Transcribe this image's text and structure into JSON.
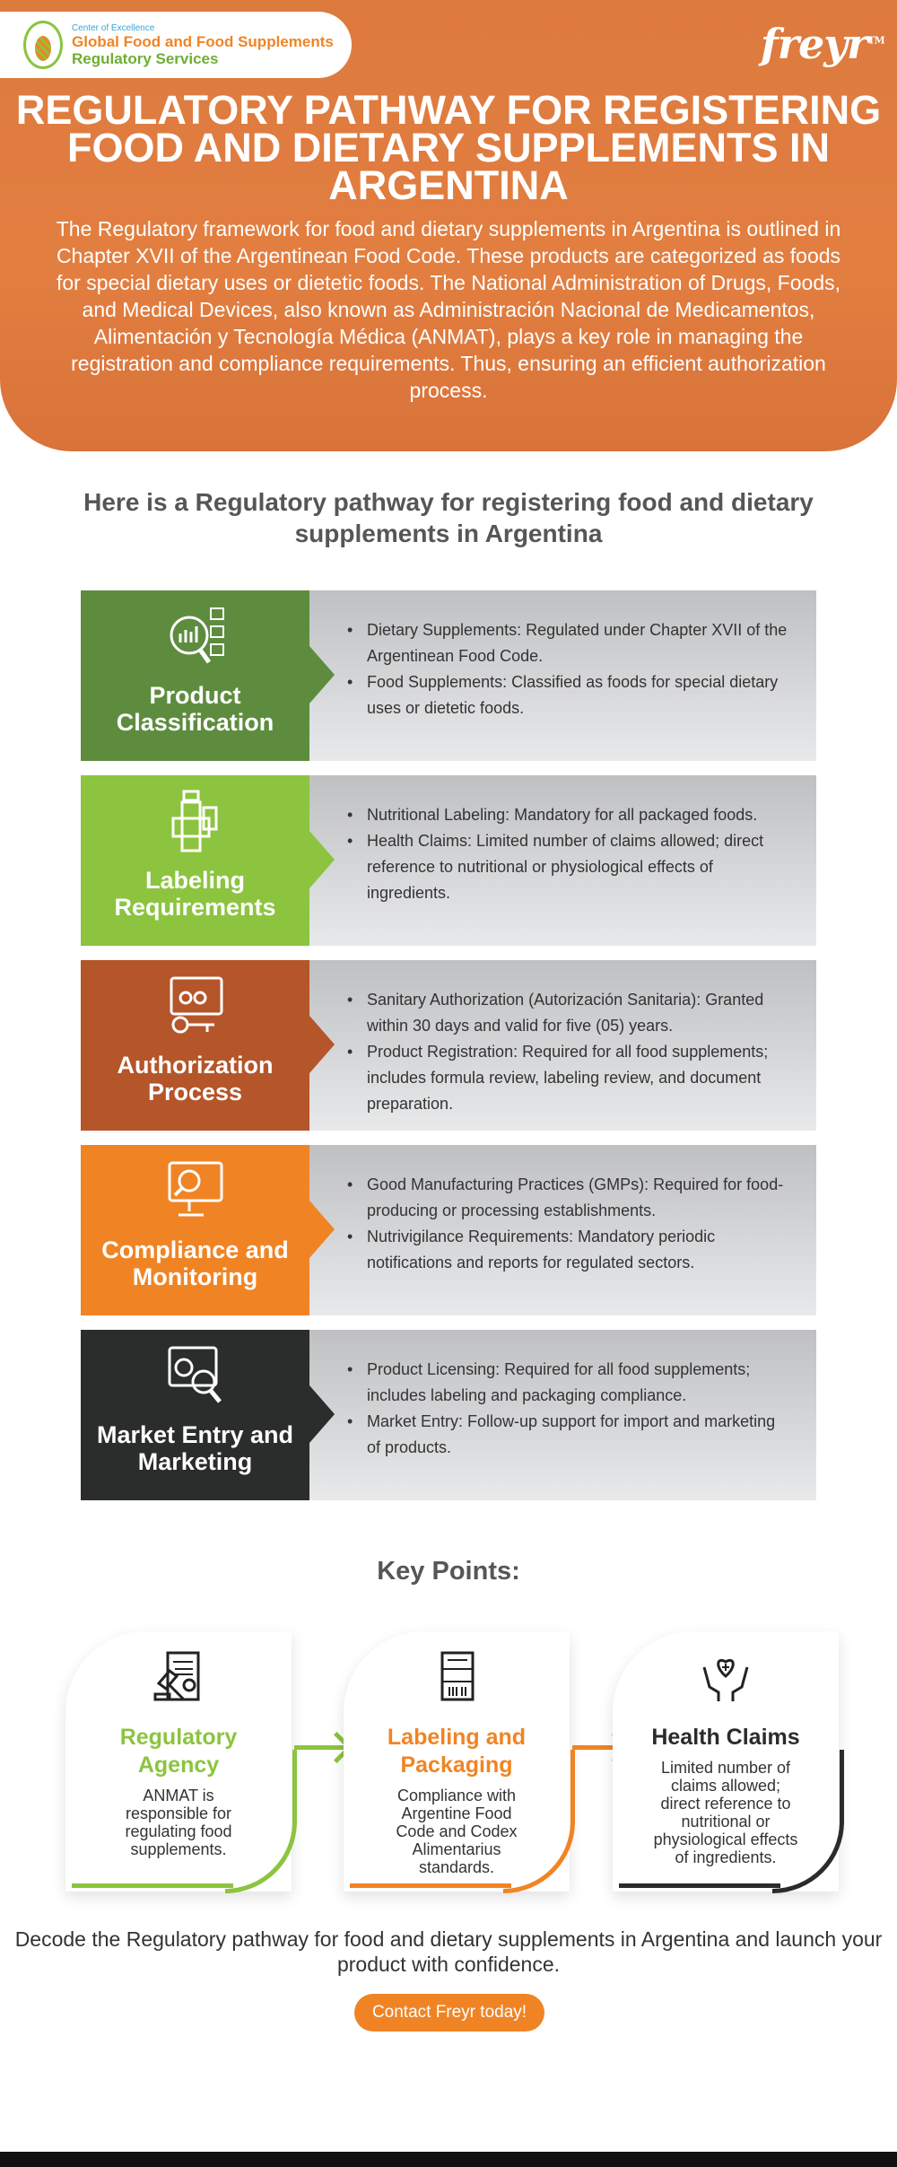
{
  "header": {
    "logo_small": "freyr",
    "center": "Center of Excellence",
    "service_line1": "Global Food and Food Supplements",
    "service_line2": "Regulatory Services",
    "brand": "freyr",
    "tm": "TM",
    "title": "REGULATORY PATHWAY FOR REGISTERING FOOD AND DIETARY SUPPLEMENTS IN ARGENTINA",
    "intro": "The Regulatory framework for food and dietary supplements in Argentina is outlined in Chapter XVII of the Argentinean Food Code. These products are categorized as foods for special dietary uses or dietetic foods. The National Administration of Drugs, Foods, and Medical Devices, also known as Administración Nacional de Medicamentos, Alimentación y Tecnología Médica (ANMAT), plays a key role in managing the registration and compliance requirements. Thus, ensuring an efficient authorization process."
  },
  "pathway": {
    "heading": "Here is a Regulatory pathway for registering food and dietary supplements in Argentina",
    "steps": [
      {
        "name": "Product Classification",
        "color": "#5e8c3e",
        "icon": "analytics-magnifier-icon",
        "points": [
          "Dietary Supplements: Regulated under Chapter XVII of the Argentinean Food Code.",
          "Food Supplements: Classified as foods for special dietary uses or dietetic foods."
        ]
      },
      {
        "name": "Labeling Requirements",
        "color": "#8cc43f",
        "icon": "bottle-label-icon",
        "points": [
          "Nutritional Labeling: Mandatory for all packaged foods.",
          "Health Claims: Limited number of claims allowed; direct reference to nutritional or physiological effects of ingredients."
        ]
      },
      {
        "name": "Authorization Process",
        "color": "#b5552a",
        "icon": "approval-key-icon",
        "points": [
          "Sanitary Authorization (Autorización Sanitaria): Granted within 30 days and valid for five (05) years.",
          "Product Registration: Required for all food supplements; includes formula review, labeling review, and document preparation."
        ]
      },
      {
        "name": "Compliance and Monitoring",
        "color": "#f08424",
        "icon": "monitor-search-icon",
        "points": [
          "Good Manufacturing Practices (GMPs): Required for food-producing or processing establishments.",
          "Nutrivigilance Requirements: Mandatory periodic notifications and reports for regulated sectors."
        ]
      },
      {
        "name": "Market Entry and Marketing",
        "color": "#2b2c2c",
        "icon": "market-report-icon",
        "points": [
          "Product Licensing: Required for all food supplements; includes labeling and packaging compliance.",
          "Market Entry: Follow-up support for import and marketing of products."
        ]
      }
    ]
  },
  "key_points": {
    "heading": "Key Points:",
    "cards": [
      {
        "title": "Regulatory Agency",
        "color": "#8cc43f",
        "icon": "gavel-document-icon",
        "text": "ANMAT is responsible for regulating food supplements."
      },
      {
        "title": "Labeling and Packaging",
        "color": "#f08424",
        "icon": "barcode-label-icon",
        "text": "Compliance with Argentine Food Code and Codex Alimentarius standards."
      },
      {
        "title": "Health Claims",
        "color": "#2b2b2b",
        "icon": "hands-heart-icon",
        "text": "Limited number of claims allowed; direct reference to nutritional or physiological effects of ingredients."
      }
    ]
  },
  "closing": {
    "text": "Decode the Regulatory pathway for food and dietary supplements in Argentina and launch your product with confidence.",
    "cta": "Contact Freyr today!"
  }
}
